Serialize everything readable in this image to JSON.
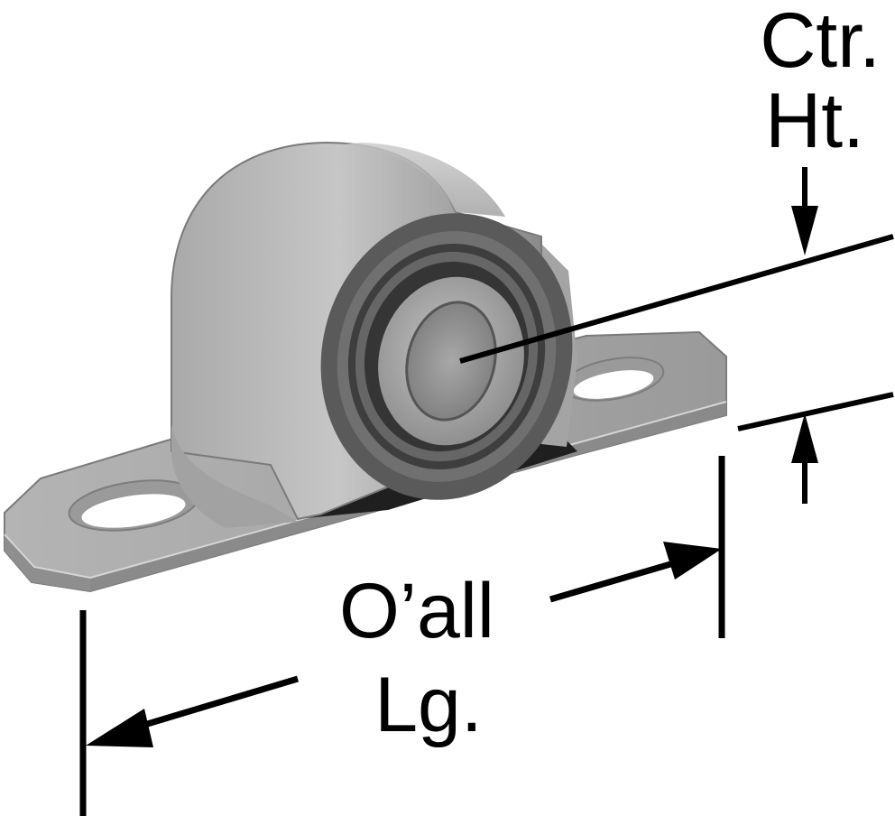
{
  "labels": {
    "center_height_line1": "Ctr.",
    "center_height_line2": "Ht.",
    "overall_length_line1": "O’all",
    "overall_length_line2": "Lg."
  },
  "colors": {
    "dimension_lines": "#000000",
    "housing_light": "#b9b9b9",
    "housing_dark": "#7d7d7d",
    "seal_ring": "#4a4a4a",
    "bushing": "#a8a8a8",
    "base_shadow": "#222222"
  },
  "icons": {
    "arrowheads": "filled-triangle-arrow"
  }
}
